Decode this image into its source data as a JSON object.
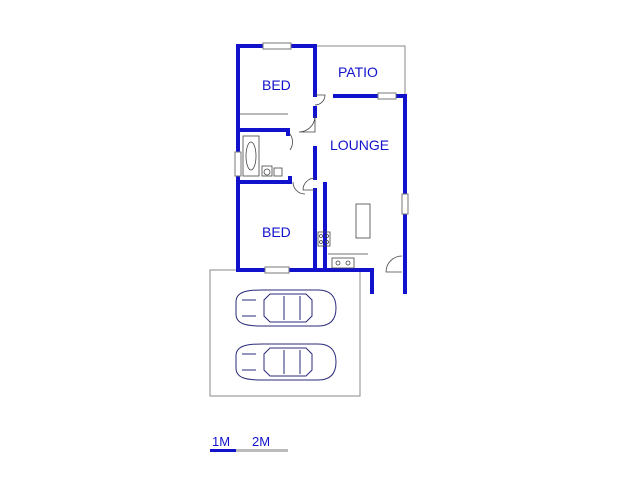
{
  "rooms": {
    "bed_top": "BED",
    "patio": "PATIO",
    "lounge": "LOUNGE",
    "bed_bottom": "BED"
  },
  "scale": {
    "label_1": "1M",
    "label_2": "2M"
  },
  "colors": {
    "wall": "#1212cc",
    "outline": "#8a8a8a",
    "scale_primary": "#1212cc",
    "scale_secondary": "#bbbbbb"
  }
}
